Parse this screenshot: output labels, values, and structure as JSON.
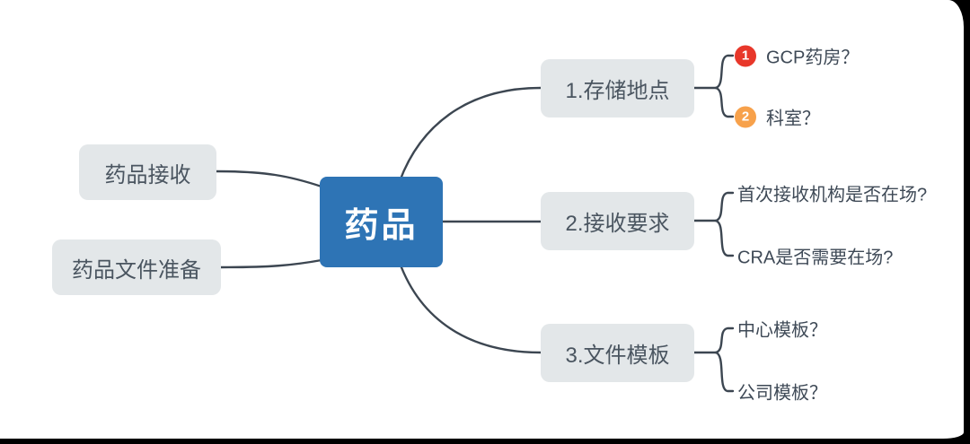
{
  "root": {
    "label": "药品"
  },
  "left_branches": [
    {
      "label": "药品接收"
    },
    {
      "label": "药品文件准备"
    }
  ],
  "right_branches": [
    {
      "label": "1.存储地点",
      "children": [
        {
          "badge": "1",
          "badge_color": "#e8372a",
          "label": "GCP药房？"
        },
        {
          "badge": "2",
          "badge_color": "#f7a14b",
          "label": "科室？"
        }
      ]
    },
    {
      "label": "2.接收要求",
      "children": [
        {
          "label": "首次接收机构是否在场?"
        },
        {
          "label": "CRA是否需要在场?"
        }
      ]
    },
    {
      "label": "3.文件模板",
      "children": [
        {
          "label": "中心模板？"
        },
        {
          "label": "公司模板？"
        }
      ]
    }
  ],
  "colors": {
    "root_bg": "#2e74b5",
    "root_text": "#ffffff",
    "branch_bg": "#e3e7e9",
    "branch_text": "#4a5560",
    "leaf_text": "#3e4956",
    "line": "#3c4651",
    "badge_1": "#e8372a",
    "badge_2": "#f7a14b",
    "frame": "#000000"
  }
}
